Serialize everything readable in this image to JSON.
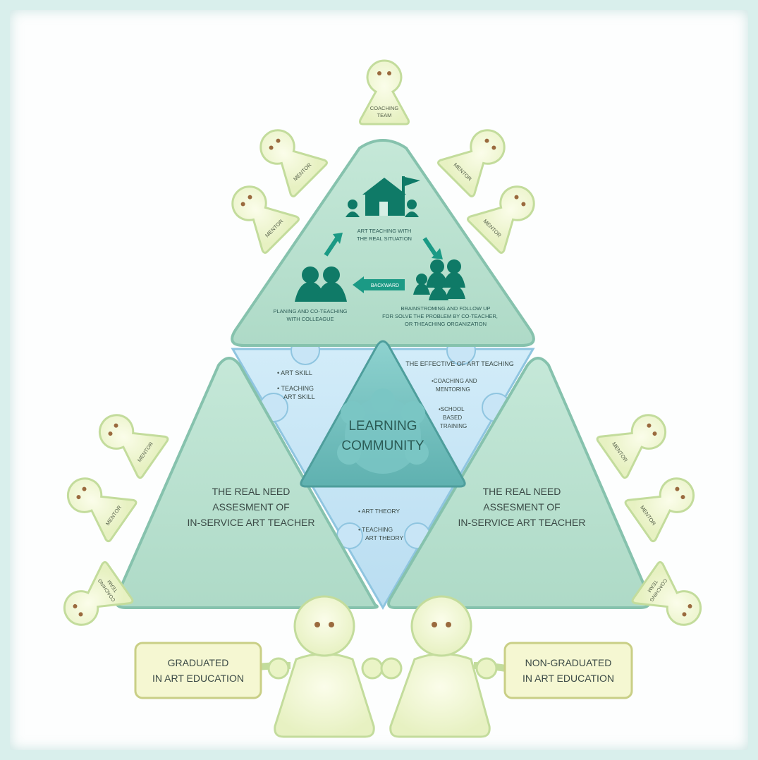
{
  "center": {
    "line1": "LEARNING",
    "line2": "COMMUNITY"
  },
  "top_section": {
    "real_situation": [
      "ART TEACHING WITH",
      "THE REAL SITUATION"
    ],
    "planing": [
      "PLANING AND CO-TEACHING",
      "WITH COLLEAGUE"
    ],
    "brainstorming": [
      "BRAINSTROMING AND FOLLOW UP",
      "FOR SOLVE THE PROBLEM BY CO-TEACHER,",
      "OR THEACHING ORGANIZATION"
    ],
    "backward": "BACKWARD"
  },
  "left_panel": {
    "lines": [
      "THE REAL NEED",
      "ASSESMENT OF",
      "IN-SERVICE ART TEACHER"
    ]
  },
  "right_panel": {
    "lines": [
      "THE REAL NEED",
      "ASSESMENT OF",
      "IN-SERVICE ART TEACHER"
    ]
  },
  "left_blue": {
    "b1": "• ART SKILL",
    "b2a": "• TEACHING",
    "b2b": "ART SKILL"
  },
  "right_blue": {
    "heading": "THE EFFECTIVE OF ART TEACHING",
    "b1a": "•COACHING AND",
    "b1b": "MENTORING",
    "b2a": "•SCHOOL",
    "b2b": "BASED",
    "b2c": "TRAINING"
  },
  "bottom_blue": {
    "b1": "• ART THEORY",
    "b2a": "• TEACHING",
    "b2b": "ART THEORY"
  },
  "pawns": {
    "coaching_top": [
      "COACHING",
      "TEAM"
    ],
    "mentor": "MENTOR",
    "coaching_side": [
      "COACHING",
      "TEAM"
    ]
  },
  "bottom": {
    "left_box": [
      "GRADUATED",
      "IN ART EDUCATION"
    ],
    "right_box": [
      "NON-GRADUATED",
      "IN ART EDUCATION"
    ]
  },
  "colors": {
    "green_fill": "#b9e0cf",
    "green_stroke": "#86c2ad",
    "blue_fill": "#c6e4f6",
    "teal": "#6fbcbb",
    "icon": "#0f7a67",
    "pawn": "#f0f7d2",
    "pawn_stroke": "#c3dc9c",
    "box_fill": "#f5f7d2",
    "box_stroke": "#c9cf86"
  }
}
